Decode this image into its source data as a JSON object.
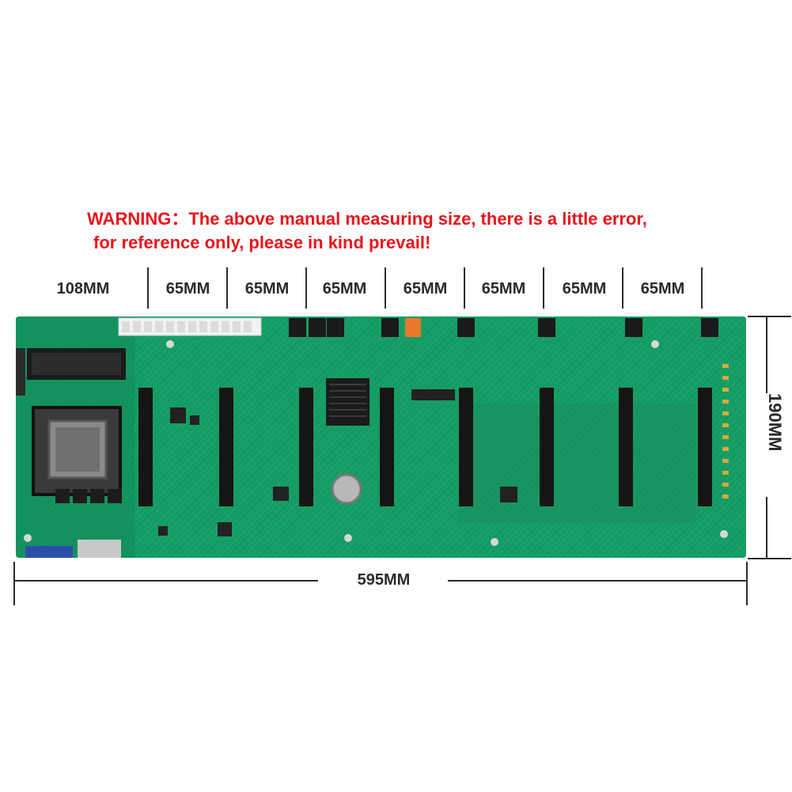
{
  "warning": {
    "line1": "WARNING：The above manual measuring size, there is a little error,",
    "line2": "for reference only, please in kind prevail!"
  },
  "segments": [
    "108MM",
    "65MM",
    "65MM",
    "65MM",
    "65MM",
    "65MM",
    "65MM",
    "65MM"
  ],
  "width_label": "595MM",
  "height_label": "190MM",
  "colors": {
    "warning": "#e8151b",
    "board": "#159a63",
    "slot": "#151515"
  }
}
